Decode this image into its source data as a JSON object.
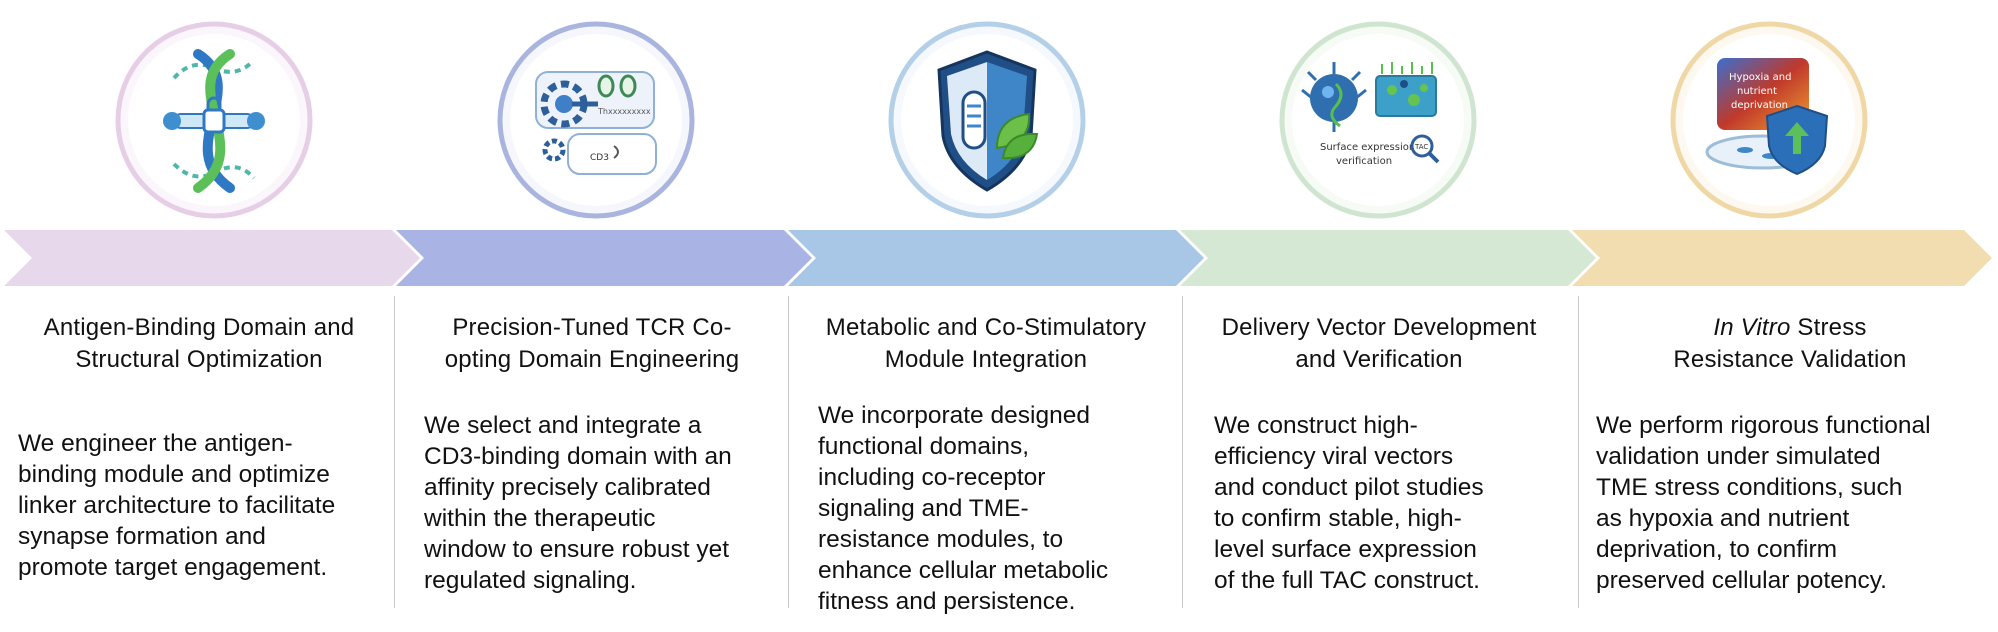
{
  "steps": [
    {
      "title_italic": "",
      "title": "Antigen-Binding Domain and\nStructural Optimization",
      "body": "We engineer the antigen-\nbinding module and optimize\nlinker architecture to facilitate\nsynapse formation and\npromote target engagement.",
      "arrow_color": "#e8d8ec",
      "ring_color": "#e6cfe6",
      "icon": "dna-helix-lock-icon"
    },
    {
      "title_italic": "",
      "title": "Precision-Tuned TCR Co-\nopting Domain Engineering",
      "body": "We select and integrate a\nCD3-binding domain with an\naffinity precisely calibrated\nwithin the therapeutic\nwindow to ensure robust yet\nregulated signaling.",
      "arrow_color": "#a9b4e4",
      "ring_color": "#aab5df",
      "icon": "gear-tuning-icon",
      "icon_text": [
        "Thxxxxxxxxx",
        "CD3"
      ]
    },
    {
      "title_italic": "",
      "title": "Metabolic and Co-Stimulatory\nModule Integration",
      "body": "We incorporate designed\nfunctional domains,\nincluding co-receptor\nsignaling and TME-\nresistance modules, to\nenhance cellular metabolic\nfitness and persistence.",
      "arrow_color": "#a8c6e6",
      "ring_color": "#b4cfe8",
      "icon": "shield-leaf-icon"
    },
    {
      "title_italic": "",
      "title": "Delivery Vector Development\nand Verification",
      "body": "We construct high-\nefficiency viral vectors\nand conduct pilot studies\nto confirm stable, high-\nlevel surface expression\nof the full TAC construct.",
      "arrow_color": "#d4e8d4",
      "ring_color": "#cfe5cf",
      "icon": "virus-vector-icon",
      "icon_text": [
        "Surface expression",
        "verification",
        "TAC"
      ]
    },
    {
      "title_italic": "In Vitro",
      "title": " Stress\nResistance Validation",
      "body": "We perform rigorous functional\nvalidation under simulated\nTME stress conditions, such\nas hypoxia and nutrient\ndeprivation, to confirm\npreserved cellular potency.",
      "arrow_color": "#f1ddb0",
      "ring_color": "#f0d8a6",
      "icon": "stress-dish-shield-icon",
      "icon_text": [
        "Hypoxia and",
        "nutrient",
        "deprivation"
      ]
    }
  ]
}
